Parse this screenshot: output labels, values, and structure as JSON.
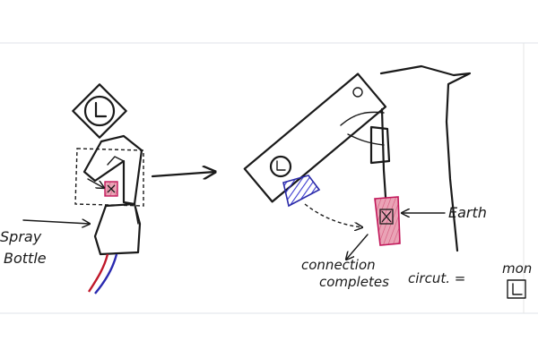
{
  "labels": {
    "spray_line1": "Spray",
    "spray_line2": "Bottle",
    "earth": "Earth",
    "connection_line1": "connection",
    "connection_line2": "completes",
    "circuit": "circut. =",
    "mon": "mon"
  },
  "colors": {
    "ink": "#1a1a1a",
    "red": "#c2185b",
    "red_fill": "#e8a0b4",
    "blue": "#2a2aa8",
    "blue_hatch": "#3a3ad0",
    "wire_red": "#c0182a",
    "wire_blue": "#2a2ab0"
  },
  "icons": [
    "clock-icon",
    "clock-icon",
    "lamp-icon",
    "contact-x-icon"
  ]
}
